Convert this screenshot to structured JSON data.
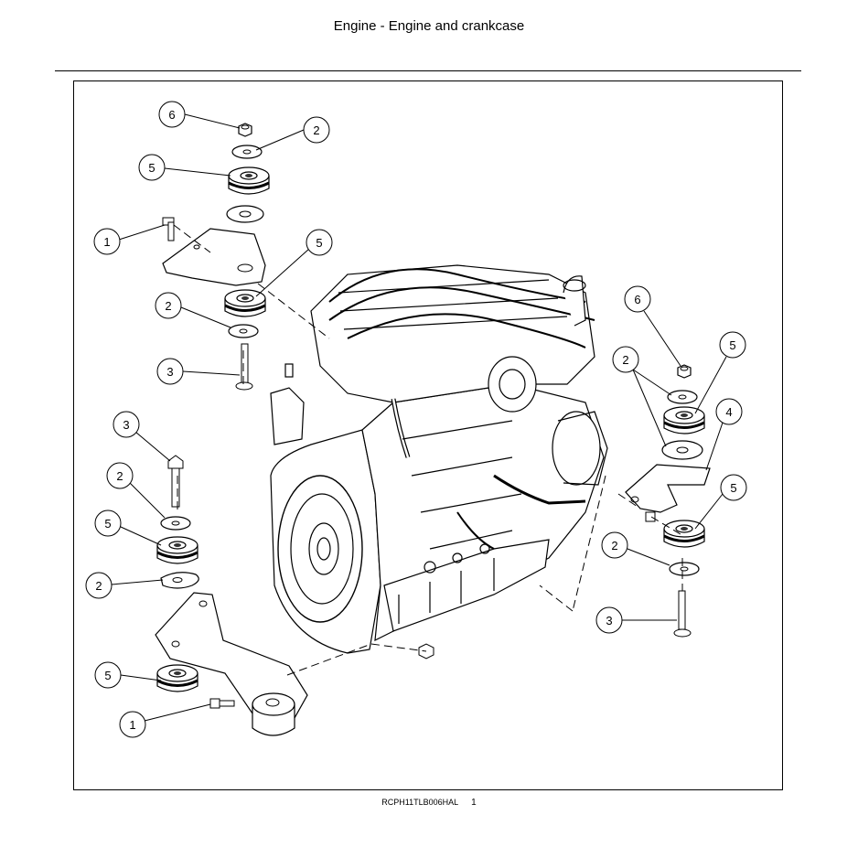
{
  "header": {
    "title": "Engine - Engine and crankcase"
  },
  "figure": {
    "reference_code": "RCPH11TLB006HAL",
    "figure_number": "1",
    "callouts": [
      "6",
      "2",
      "5",
      "1",
      "5",
      "2",
      "3",
      "3",
      "2",
      "5",
      "2",
      "5",
      "1",
      "6",
      "2",
      "5",
      "4",
      "5",
      "2",
      "3"
    ]
  }
}
